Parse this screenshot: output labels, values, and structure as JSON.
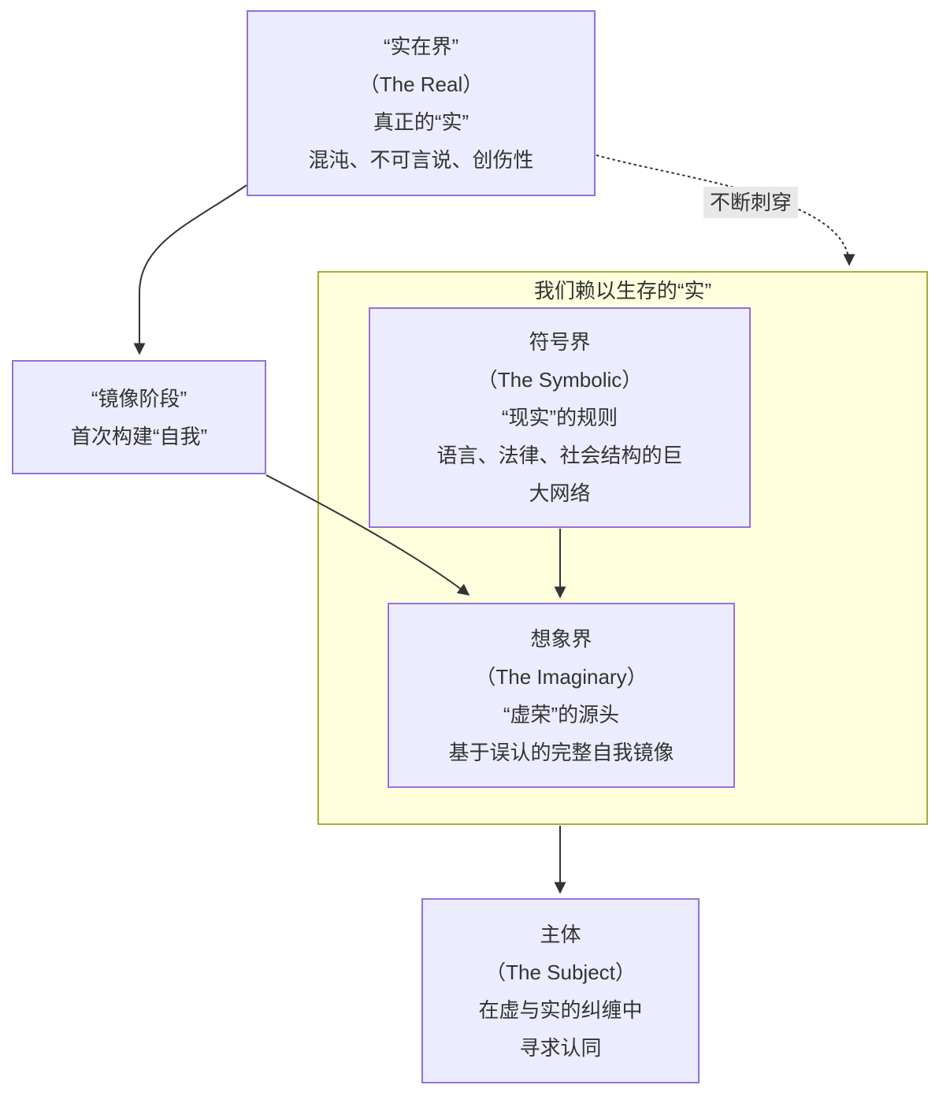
{
  "diagram": {
    "title_note": "我们赖以生存的“实”",
    "nodes": {
      "real": {
        "lines": [
          "“实在界”",
          "（The Real）",
          "真正的“实”",
          "混沌、不可言说、创伤性"
        ]
      },
      "mirror": {
        "lines": [
          "“镜像阶段”",
          "首次构建“自我”"
        ]
      },
      "symbolic": {
        "lines": [
          "符号界",
          "（The Symbolic）",
          "“现实”的规则",
          "语言、法律、社会结构的巨",
          "大网络"
        ]
      },
      "imaginary": {
        "lines": [
          "想象界",
          "（The Imaginary）",
          "“虚荣”的源头",
          "基于误认的完整自我镜像"
        ]
      },
      "subject": {
        "lines": [
          "主体",
          "（The Subject）",
          "在虚与实的纠缠中",
          "寻求认同"
        ]
      }
    },
    "edges": {
      "pierce_label": "不断刺穿"
    },
    "colors": {
      "node_fill": "#ECECFF",
      "node_border": "#9370DB",
      "container_fill": "#FFFFDE",
      "container_border": "#AAAA33",
      "edge_color": "#333333",
      "text_color": "#333333",
      "label_bg": "#E8E8E8"
    }
  }
}
